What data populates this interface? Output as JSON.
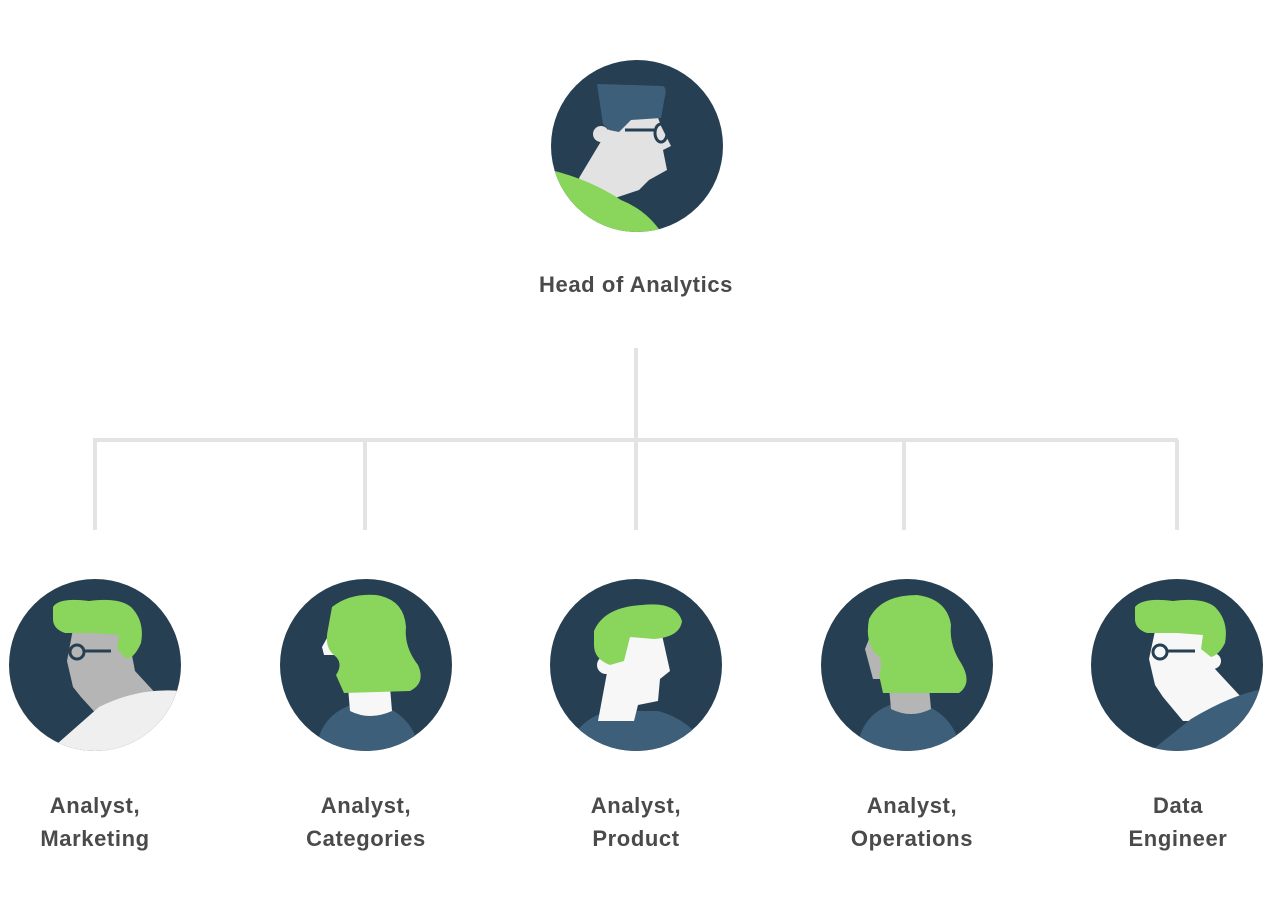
{
  "head": {
    "title": "Head of Analytics",
    "avatar_icon": "head-of-analytics-avatar"
  },
  "members": [
    {
      "line1": "Analyst,",
      "line2": "Marketing",
      "avatar_icon": "analyst-marketing-avatar"
    },
    {
      "line1": "Analyst,",
      "line2": "Categories",
      "avatar_icon": "analyst-categories-avatar"
    },
    {
      "line1": "Analyst,",
      "line2": "Product",
      "avatar_icon": "analyst-product-avatar"
    },
    {
      "line1": "Analyst,",
      "line2": "Operations",
      "avatar_icon": "analyst-operations-avatar"
    },
    {
      "line1": "Data",
      "line2": "Engineer",
      "avatar_icon": "data-engineer-avatar"
    }
  ],
  "colors": {
    "avatar_bg": "#263f52",
    "hair_green": "#8ad55c",
    "hair_blue": "#3e5f7a",
    "skin_light": "#f7f7f7",
    "skin_gray": "#b5b5b5",
    "connector": "#e3e3e3",
    "label_text": "#4a4a4a"
  }
}
